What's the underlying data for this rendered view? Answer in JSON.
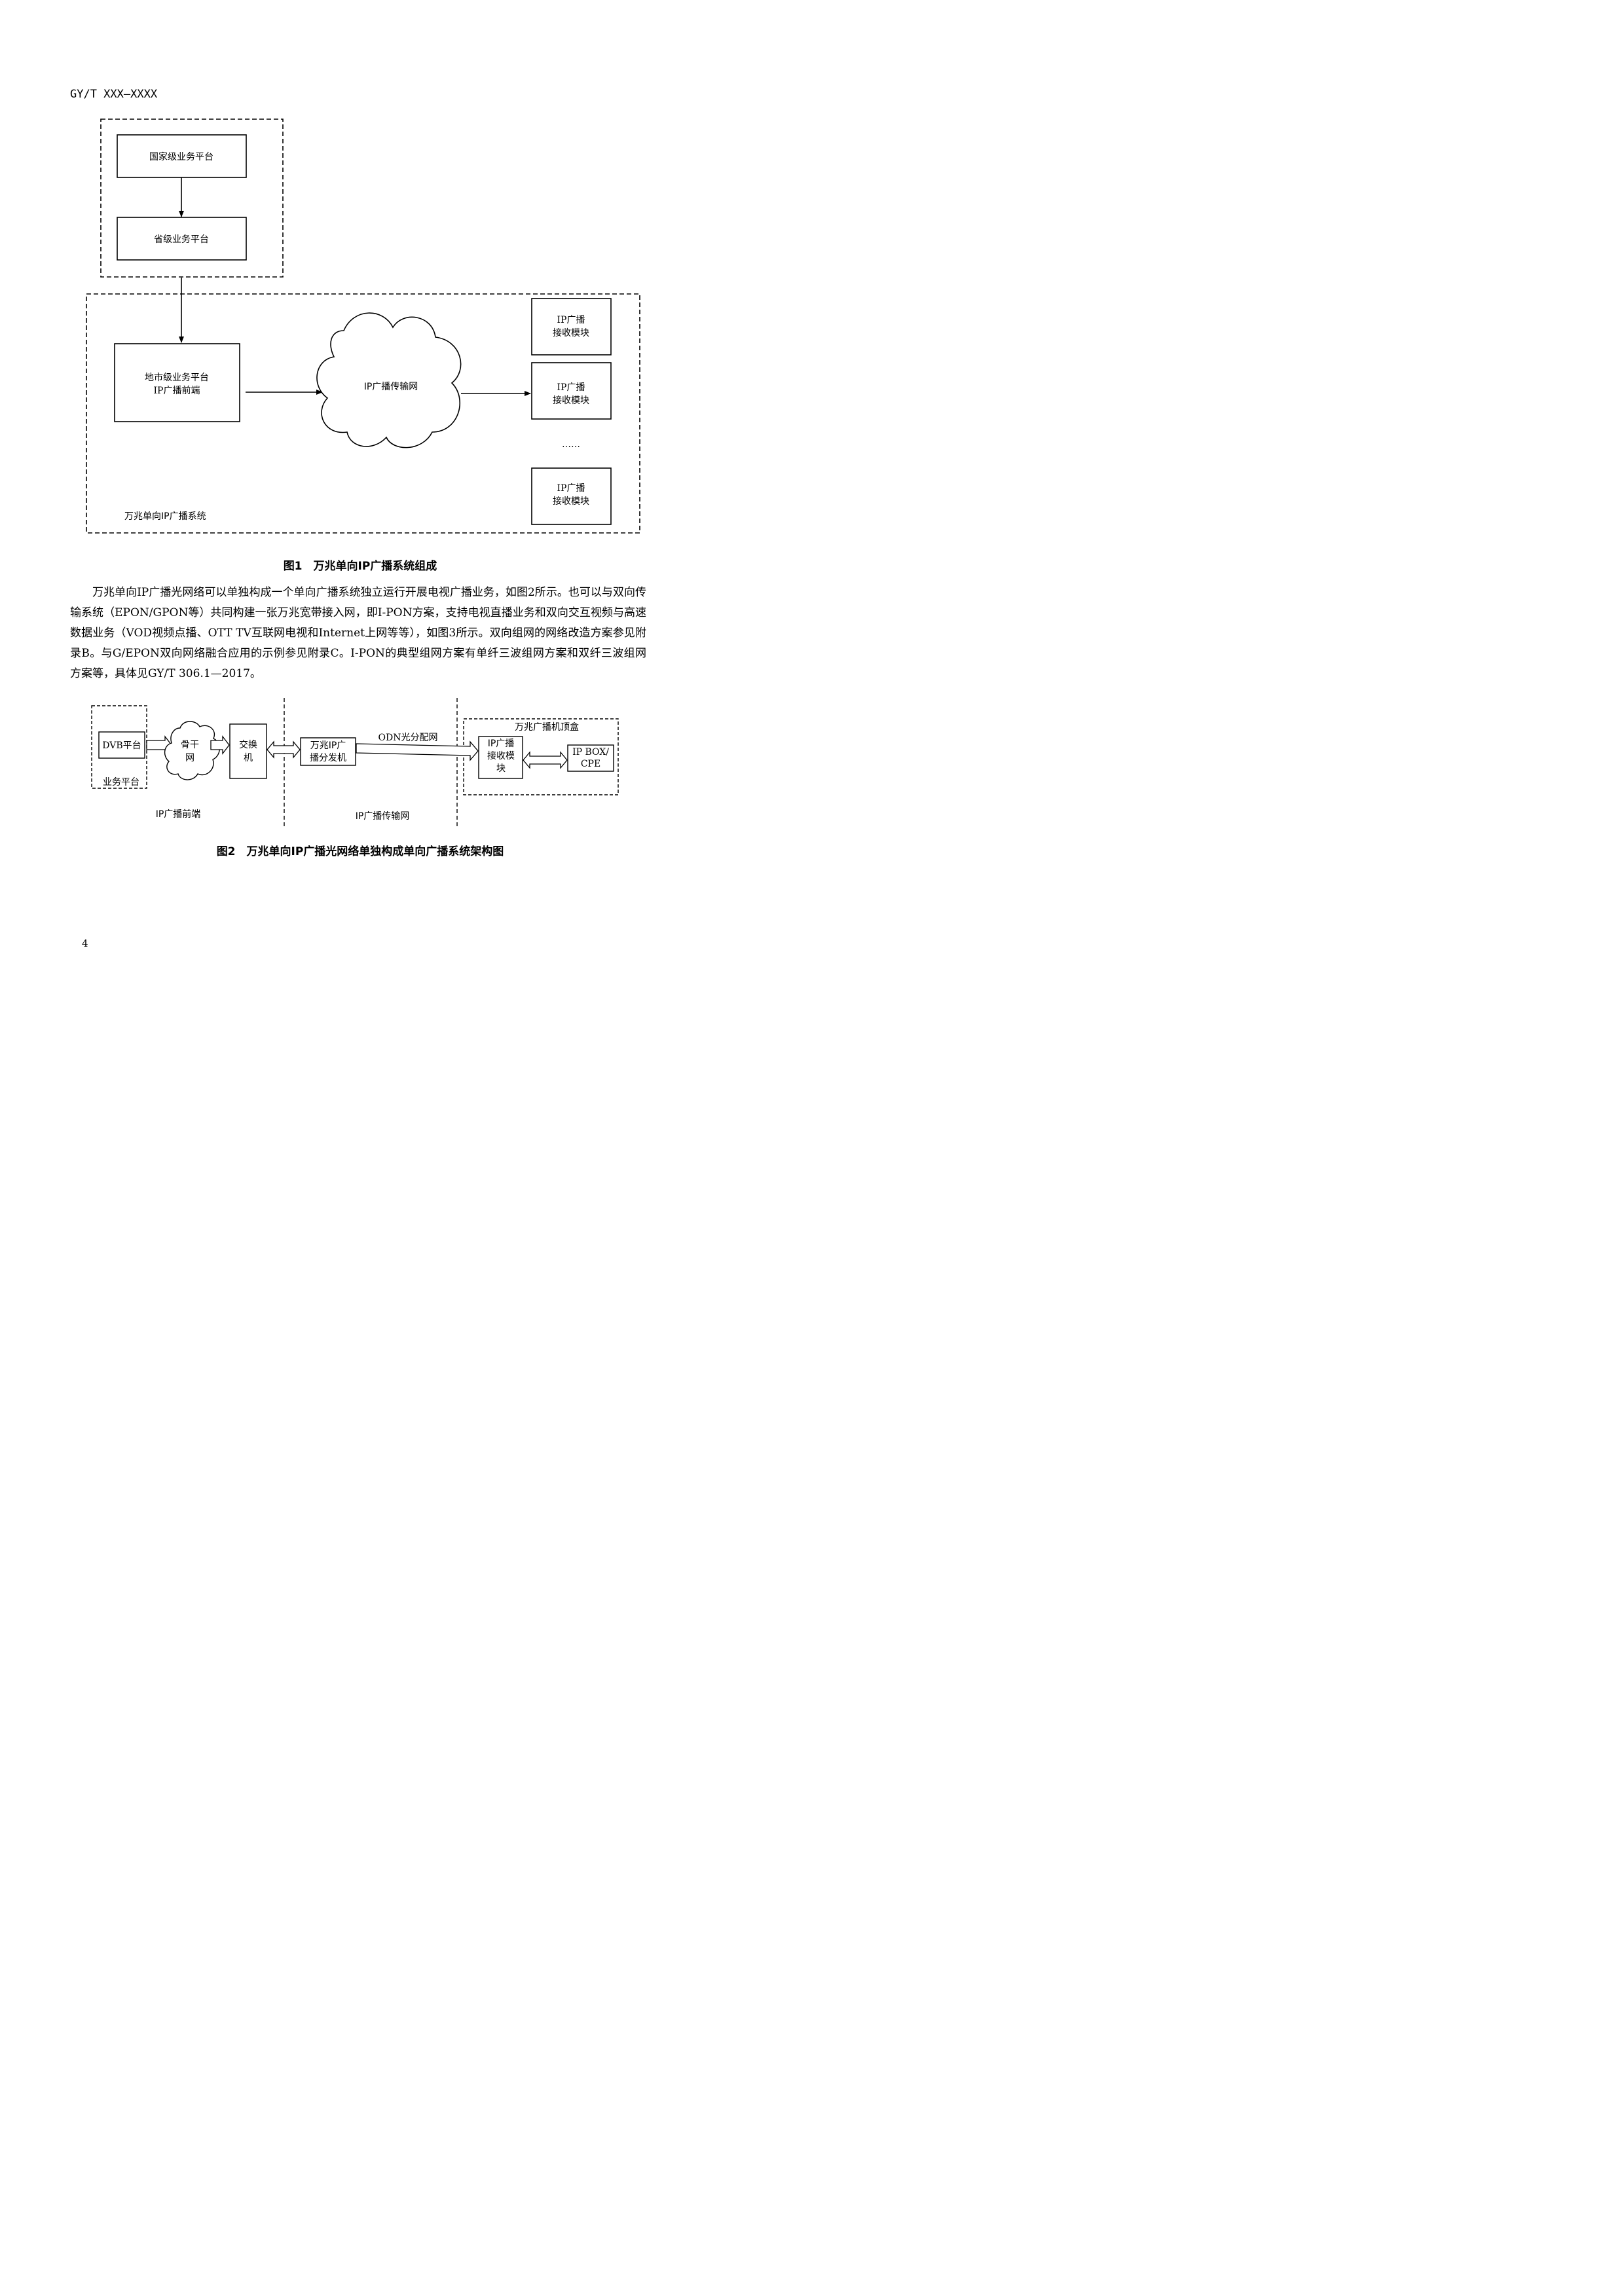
{
  "header": {
    "doc_id": "GY/T XXX—XXXX"
  },
  "figure1": {
    "national_platform": "国家级业务平台",
    "provincial_platform": "省级业务平台",
    "city_platform_line1": "地市级业务平台",
    "city_platform_line2": "IP广播前端",
    "network": "IP广播传输网",
    "receiver_line1": "IP广播",
    "receiver_line2": "接收模块",
    "ellipsis": "……",
    "system_label": "万兆单向IP广播系统",
    "caption": "图1　万兆单向IP广播系统组成"
  },
  "paragraph": "万兆单向IP广播光网络可以单独构成一个单向广播系统独立运行开展电视广播业务，如图2所示。也可以与双向传输系统（EPON/GPON等）共同构建一张万兆宽带接入网，即I-PON方案，支持电视直播业务和双向交互视频与高速数据业务（VOD视频点播、OTT TV互联网电视和Internet上网等等），如图3所示。双向组网的网络改造方案参见附录B。与G/EPON双向网络融合应用的示例参见附录C。I-PON的典型组网方案有单纤三波组网方案和双纤三波组网方案等，具体见GY/T 306.1—2017。",
  "figure2": {
    "dvb_platform": "DVB平台",
    "service_platform": "业务平台",
    "backbone_line1": "骨干",
    "backbone_line2": "网",
    "switch_line1": "交换",
    "switch_line2": "机",
    "distributor_line1": "万兆IP广",
    "distributor_line2": "播分发机",
    "odn_label": "ODN光分配网",
    "stb_label": "万兆广播机顶盒",
    "receiver_line1": "IP广播",
    "receiver_line2": "接收模",
    "receiver_line3": "块",
    "ipbox_line1": "IP BOX/",
    "ipbox_line2": "CPE",
    "frontend_label": "IP广播前端",
    "transport_label": "IP广播传输网",
    "caption": "图2　万兆单向IP广播光网络单独构成单向广播系统架构图"
  },
  "page_number": "4"
}
